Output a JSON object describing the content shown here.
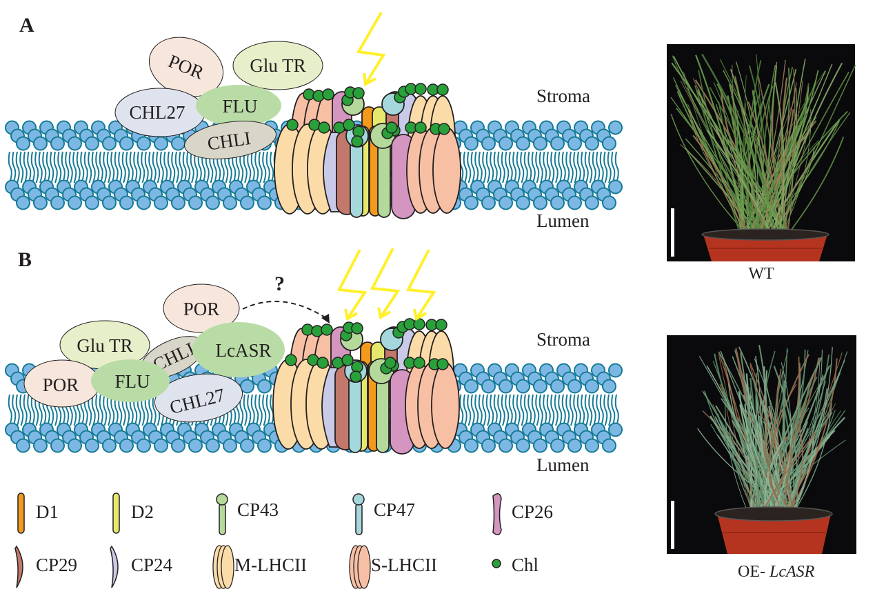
{
  "panels": {
    "A": {
      "letter": "A",
      "stroma_label": "Stroma",
      "lumen_label": "Lumen",
      "proteins": [
        "POR",
        "Glu TR",
        "CHL27",
        "FLU",
        "CHLI"
      ],
      "light_bolts": 1
    },
    "B": {
      "letter": "B",
      "stroma_label": "Stroma",
      "lumen_label": "Lumen",
      "proteins": [
        "POR",
        "Glu TR",
        "POR",
        "FLU",
        "CHLI",
        "LcASR",
        "CHL27"
      ],
      "light_bolts": 3,
      "question_mark": "?"
    }
  },
  "legend": {
    "items": [
      {
        "id": "d1",
        "label": "D1",
        "color": "#f39a1c",
        "shape": "rod"
      },
      {
        "id": "d2",
        "label": "D2",
        "color": "#e6e86e",
        "shape": "rod"
      },
      {
        "id": "cp43",
        "label": "CP43",
        "color": "#b4d99a",
        "shape": "lollipop"
      },
      {
        "id": "cp47",
        "label": "CP47",
        "color": "#a5d8dc",
        "shape": "lollipop"
      },
      {
        "id": "cp26",
        "label": "CP26",
        "color": "#d595c1",
        "shape": "bean"
      },
      {
        "id": "cp29",
        "label": "CP29",
        "color": "#c3786c",
        "shape": "crescent"
      },
      {
        "id": "cp24",
        "label": "CP24",
        "color": "#c9c9e8",
        "shape": "crescent"
      },
      {
        "id": "mlhcii",
        "label": "M-LHCII",
        "color": "#fbdca8",
        "shape": "triple-ellipse"
      },
      {
        "id": "slhcii",
        "label": "S-LHCII",
        "color": "#f7c0a5",
        "shape": "triple-ellipse"
      },
      {
        "id": "chl",
        "label": "Chl",
        "color": "#2aa03a",
        "shape": "dot"
      }
    ]
  },
  "photos": {
    "wt": {
      "caption": "WT"
    },
    "oe": {
      "caption_prefix": "OE- ",
      "caption_italic": "LcASR"
    }
  },
  "colors": {
    "membrane_head": "#7db8e4",
    "membrane_stroke": "#157a95",
    "lightning": "#fff02a",
    "por": "#f6e6dc",
    "glutr": "#e6efc9",
    "chl27": "#dfe3ee",
    "flu": "#b9dca6",
    "chli": "#d7d6c8",
    "lcasr": "#b9dca6"
  }
}
